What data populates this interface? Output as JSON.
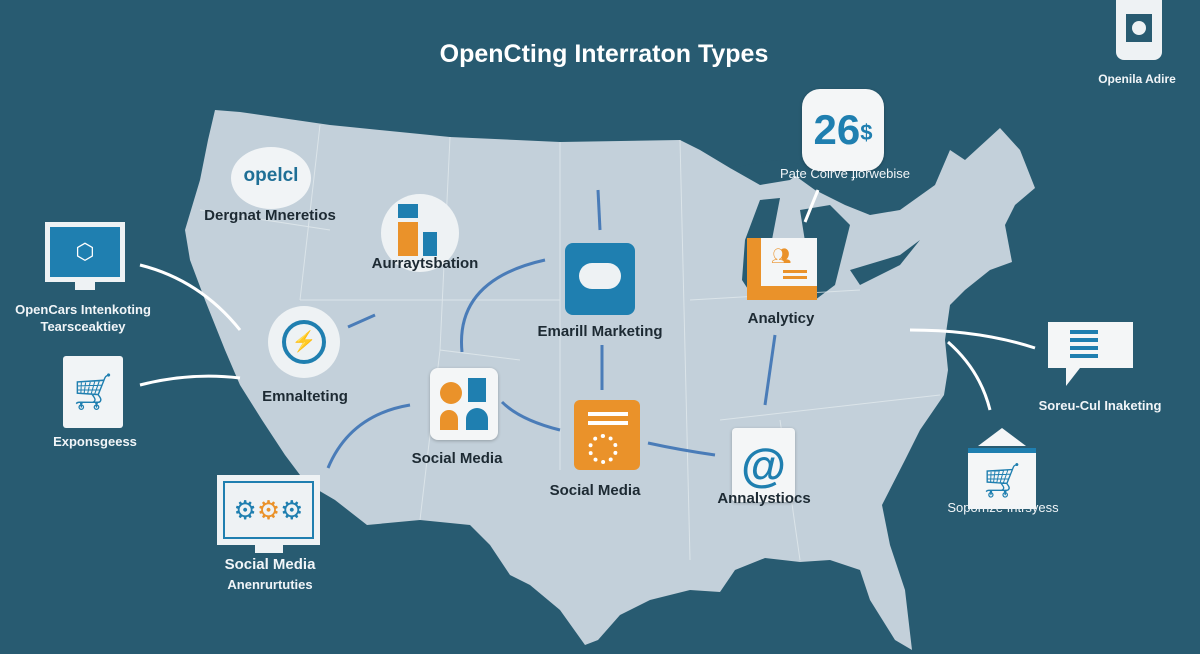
{
  "title": "OpenCting Interraton Types",
  "top_right": {
    "label": "Openila Adire",
    "icon": "device-icon"
  },
  "badge": {
    "number": "26",
    "symbol": "$",
    "label": "Pate Coirve ɟiorwebise"
  },
  "bubble": {
    "text": "opelcl",
    "label": "Dergnat Mneretios"
  },
  "nodes": {
    "aurraytsbation": "Aurraytsbation",
    "opencars_line1": "OpenCars Intenkoting",
    "opencars_line2": "Tearsceaktiey",
    "emnalteting": "Emnalteting",
    "exponsgeess": "Exponsgeess",
    "social_media_1": "Social Media",
    "email_marketing": "Emarill Marketing",
    "social_media_2": "Social Media",
    "analyticy": "Analyticy",
    "analystiocs": "Annalystiocs",
    "soreu": "Soreu-Cul Inaketing",
    "soporrize": "Soporrize Intrsyess",
    "social_media_3_line1": "Social Media",
    "social_media_3_line2": "Anenrurtuties"
  },
  "colors": {
    "background": "#285b71",
    "map": "#c3d0da",
    "blue": "#1f7fb0",
    "orange": "#ea922a",
    "arrow": "#4a7cb8"
  }
}
